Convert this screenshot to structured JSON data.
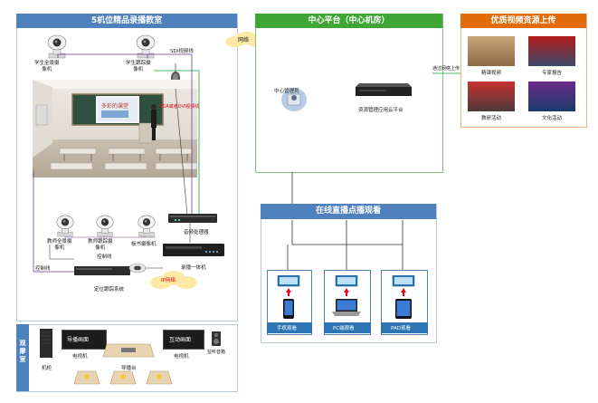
{
  "classroom": {
    "title": "5机位精品录播教室",
    "student_pano_cam": "学生全景摄\n像机",
    "student_track_cam": "学生跟踪摄\n像机",
    "sdi_line": "SDI视频线",
    "mic": "吊麦",
    "vga_line": "VGA或者DVI视频线",
    "teacher_pano_cam": "教师全景摄\n像机",
    "teacher_track_cam": "教师跟踪摄\n像机",
    "board_cam": "板书摄像机",
    "audio_processor": "音频处理器",
    "recorder": "录播一体机",
    "control_line_1": "控制线",
    "control_line_2": "控制线",
    "positioning_system": "定位跟踪系统",
    "ip_network": "IP网络"
  },
  "network_cloud": "网络",
  "center": {
    "title": "中心平台（中心机房）",
    "mgmt": "中心管理员",
    "cloud_platform": "资源管理应用云平台",
    "upload_line": "通过网络上传"
  },
  "upload": {
    "title": "优质视频资源上传",
    "items": [
      "精课视频",
      "专家报告",
      "教研活动",
      "文化活动"
    ]
  },
  "live": {
    "title": "在线直播点播观看",
    "mobile": "手机观看",
    "pc": "PC端观看",
    "pad": "PAD观看"
  },
  "observe": {
    "title": "观\n摩\n室",
    "cabinet": "机柜",
    "guide_screen": "导播画面",
    "tv1": "电视机",
    "interactive_screen": "互动画面",
    "tv2": "电视机",
    "monitor_speaker": "监听音箱",
    "guide_console": "导播台"
  },
  "colors": {
    "blue_header": "#4f81bd",
    "green_header": "#3fa535",
    "orange_header": "#e36c0a",
    "sdi_line": "#6b3fa0",
    "vga_line": "#13a538"
  }
}
